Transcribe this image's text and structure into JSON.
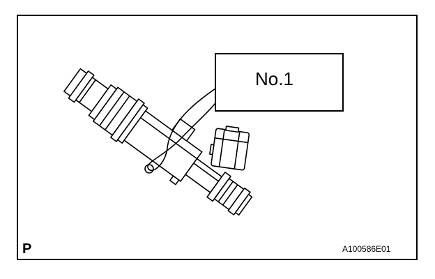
{
  "callout": {
    "label": "No.1"
  },
  "corner_mark": "P",
  "figure_code": "A100586E01",
  "colors": {
    "line": "#000000",
    "background": "#ffffff"
  }
}
